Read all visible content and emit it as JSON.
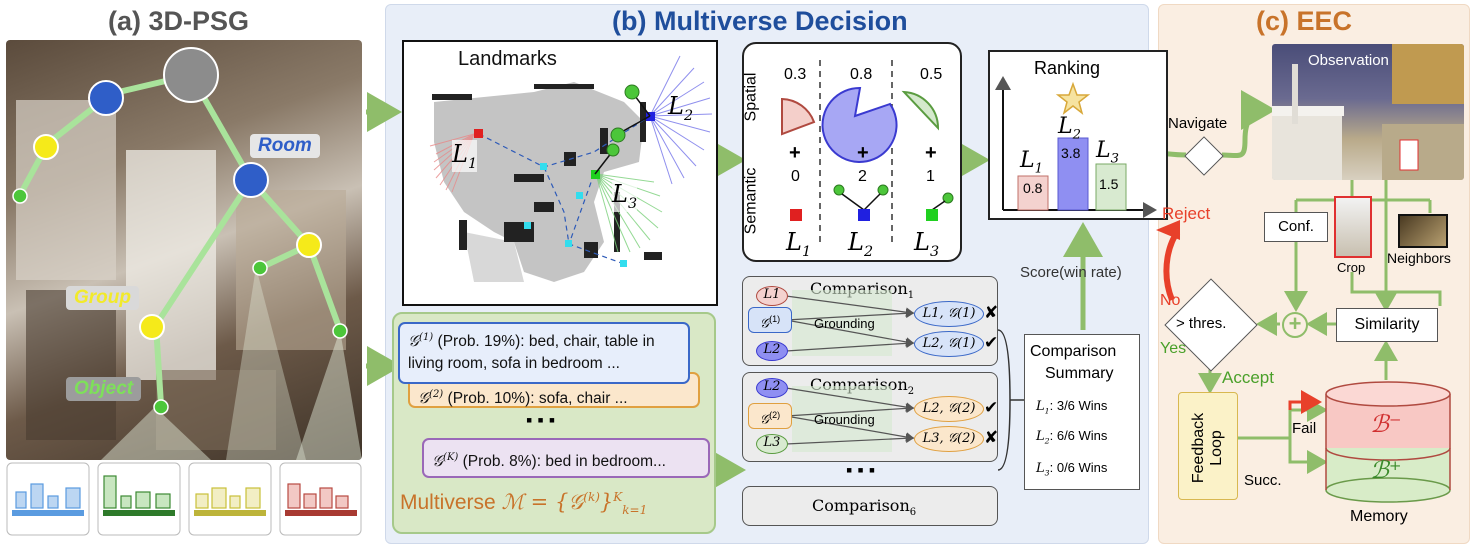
{
  "panel_a": {
    "title": "(a) 3D-PSG",
    "label_room": "Room",
    "label_group": "Group",
    "label_object": "Object"
  },
  "panel_b": {
    "title": "(b) Multiverse Decision",
    "landmarks_title": "Landmarks",
    "landmark_L1": "L1",
    "landmark_L2": "L2",
    "landmark_L3": "L3",
    "row_spatial": "Spatial",
    "row_semantic": "Semantic",
    "spatial_values": [
      "0.3",
      "0.8",
      "0.5"
    ],
    "plus": "+",
    "semantic_values": [
      "0",
      "2",
      "1"
    ],
    "col_labels": [
      "L1",
      "L2",
      "L3"
    ],
    "ranking_title": "Ranking",
    "ranking_scores": [
      "0.8",
      "3.8",
      "1.5"
    ],
    "score_label": "Score(win rate)",
    "hypotheses": [
      {
        "sup": "(1)",
        "text": "(Prob. 19%): bed, chair, table in living room, sofa in bedroom ..."
      },
      {
        "sup": "(2)",
        "text": "(Prob. 10%): sofa, chair ..."
      },
      {
        "sup": "(K)",
        "text": "(Prob. 8%): bed in bedroom..."
      }
    ],
    "ellipsis": "▪ ▪ ▪",
    "multiverse_label": "Multiverse",
    "comparison_1": {
      "title": "Comparison",
      "sub": "1",
      "grounding": "Grounding",
      "in_top": "L1",
      "in_graph": "(1)",
      "in_bottom": "L2",
      "out_top": "L1, 𝒢(1)",
      "out_bottom": "L2, 𝒢(1)",
      "mark_top": "✘",
      "mark_bottom": "✔"
    },
    "comparison_2": {
      "title": "Comparison",
      "sub": "2",
      "grounding": "Grounding",
      "in_top": "L2",
      "in_graph": "(2)",
      "in_bottom": "L3",
      "out_top": "L2, 𝒢(2)",
      "out_bottom": "L3, 𝒢(2)",
      "mark_top": "✔",
      "mark_bottom": "✘"
    },
    "comparison_6": {
      "title": "Comparison",
      "sub": "6"
    },
    "summary_title_1": "Comparison",
    "summary_title_2": "Summary",
    "summary_rows": [
      {
        "l": "L1",
        "text": ": 3/6 Wins"
      },
      {
        "l": "L2",
        "text": ": 6/6 Wins"
      },
      {
        "l": "L3",
        "text": ": 0/6 Wins"
      }
    ]
  },
  "panel_c": {
    "title": "(c) EEC",
    "observation": "Observation",
    "navigate": "Navigate",
    "reject": "Reject",
    "no": "No",
    "yes": "Yes",
    "accept": "Accept",
    "conf": "Conf.",
    "crop": "Crop",
    "neighbors": "Neighbors",
    "threshold": "> thres.",
    "similarity": "Similarity",
    "feedback": "Feedback Loop",
    "fail": "Fail",
    "succ": "Succ.",
    "b_minus": "ℬ⁻",
    "b_plus": "ℬ⁺",
    "memory": "Memory"
  },
  "colors": {
    "panel_b_bg": "#e8eef8",
    "panel_c_bg": "#faeee2",
    "arrow_green": "#8fbd6a",
    "title_a": "#555555",
    "title_b": "#1f4e9c",
    "title_c": "#c8732a",
    "l1_red": "#e8aaa6",
    "l2_blue": "#8a8af0",
    "l3_green": "#b5d6a6",
    "reject_red": "#e8402a"
  }
}
